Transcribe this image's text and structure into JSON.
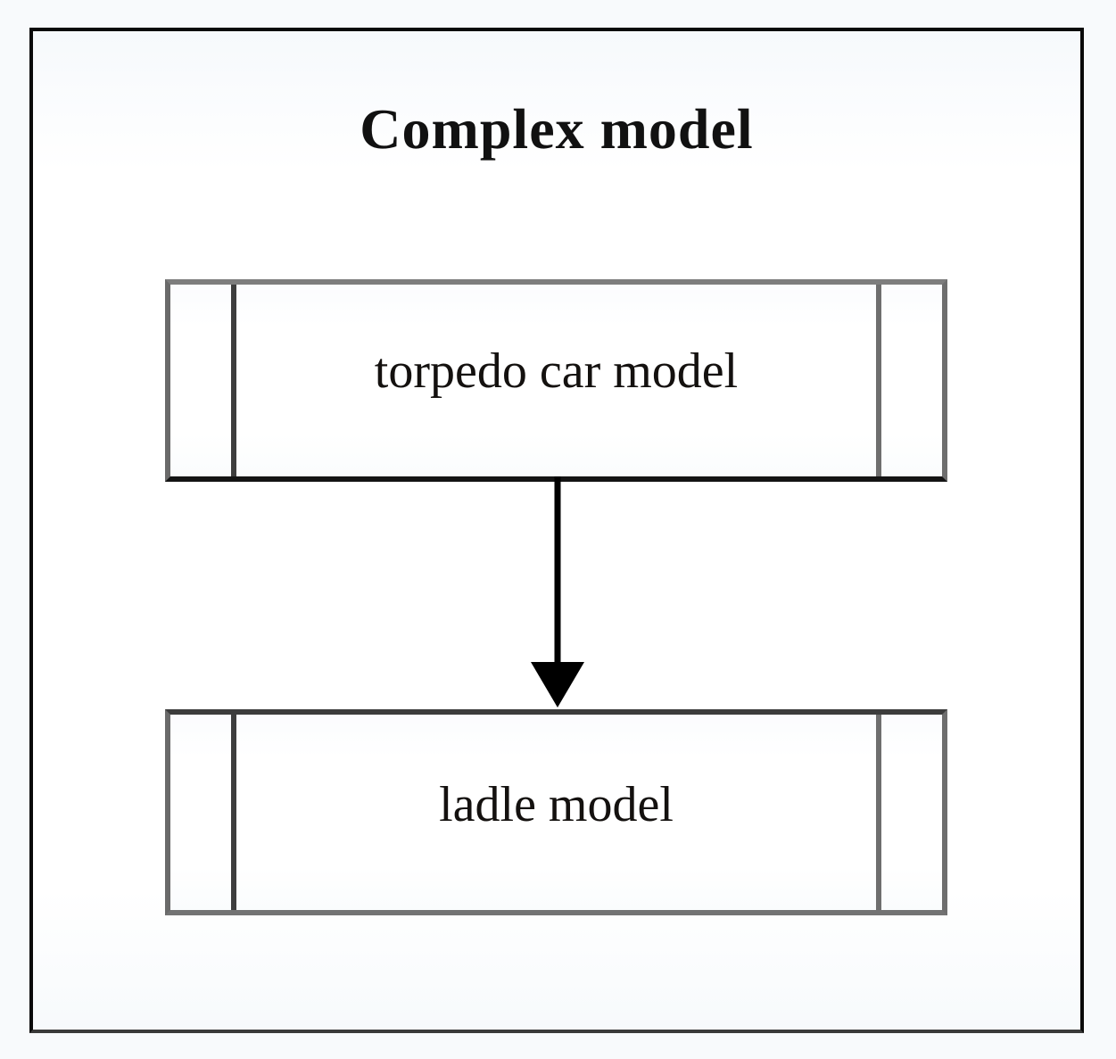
{
  "diagram": {
    "type": "flow",
    "title": "Complex model",
    "frame": {
      "name": "complex-model-frame",
      "border_color": "#0a0a0a",
      "background": "#ffffff"
    },
    "nodes": [
      {
        "id": "torpedo-car-model",
        "label": "torpedo car model",
        "shape": "uml-subsystem",
        "border_color": "#6e6e6e",
        "fill": "#ffffff"
      },
      {
        "id": "ladle-model",
        "label": "ladle model",
        "shape": "uml-subsystem",
        "border_color": "#6e6e6e",
        "fill": "#ffffff"
      }
    ],
    "edges": [
      {
        "id": "torpedo-to-ladle",
        "from": "torpedo-car-model",
        "to": "ladle-model",
        "style": "solid",
        "arrowhead": "filled-triangle",
        "color": "#000000",
        "label": ""
      }
    ],
    "colors": {
      "page_background": "#f8fafc",
      "title_text": "#111111",
      "node_text": "#14110f",
      "edge": "#000000"
    }
  }
}
